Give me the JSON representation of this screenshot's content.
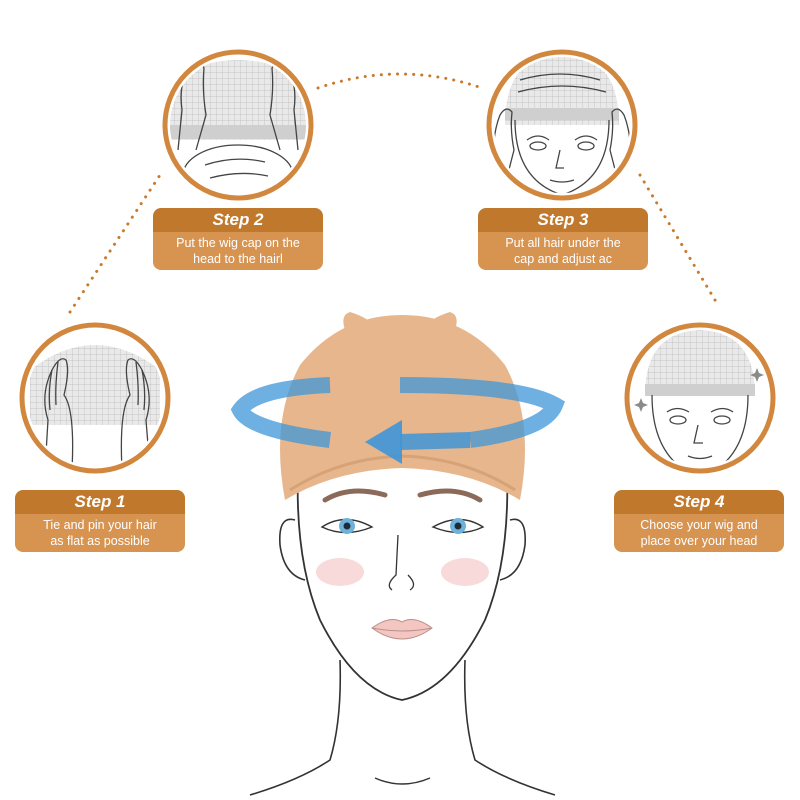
{
  "steps": [
    {
      "title": "Step 1",
      "lines": [
        "Tie and pin your hair",
        "as flat as possible"
      ]
    },
    {
      "title": "Step 2",
      "lines": [
        "Put the wig cap on the",
        "head to the hairl"
      ]
    },
    {
      "title": "Step 3",
      "lines": [
        "Put all hair under the",
        "cap and adjust ac"
      ]
    },
    {
      "title": "Step 4",
      "lines": [
        "Choose your wig and",
        "place over your head"
      ]
    }
  ],
  "colors": {
    "accent_dark": "#c0782c",
    "accent_light": "#d79350",
    "circle_ring": "#d1873e",
    "cap": "#e7b68c",
    "arrow": "#3f95d8",
    "grid": "#b9b9b9"
  },
  "icons": {
    "step1": "hands-smoothing-hair-icon",
    "step2": "hands-placing-cap-icon",
    "step3": "face-adjusting-cap-icon",
    "step4": "face-with-wig-cap-icon",
    "center": "rotate-arrow-icon"
  }
}
